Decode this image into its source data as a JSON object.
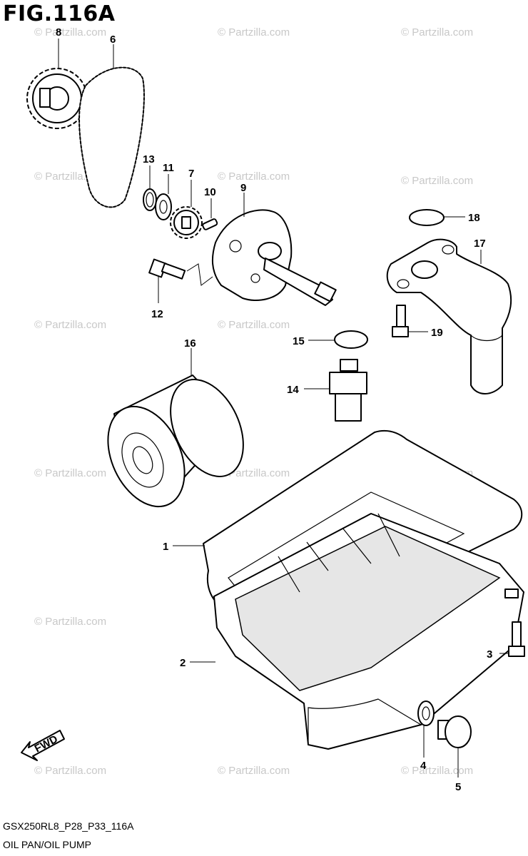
{
  "figure": {
    "title": "FIG.116A"
  },
  "footer": {
    "code": "GSX250RL8_P28_P33_116A",
    "name": "OIL PAN/OIL PUMP"
  },
  "watermark": "© Partzilla.com",
  "fwd_label": "FWD",
  "callouts": [
    "8",
    "6",
    "13",
    "11",
    "7",
    "10",
    "9",
    "12",
    "18",
    "17",
    "19",
    "15",
    "16",
    "14",
    "1",
    "2",
    "3",
    "4",
    "5"
  ]
}
